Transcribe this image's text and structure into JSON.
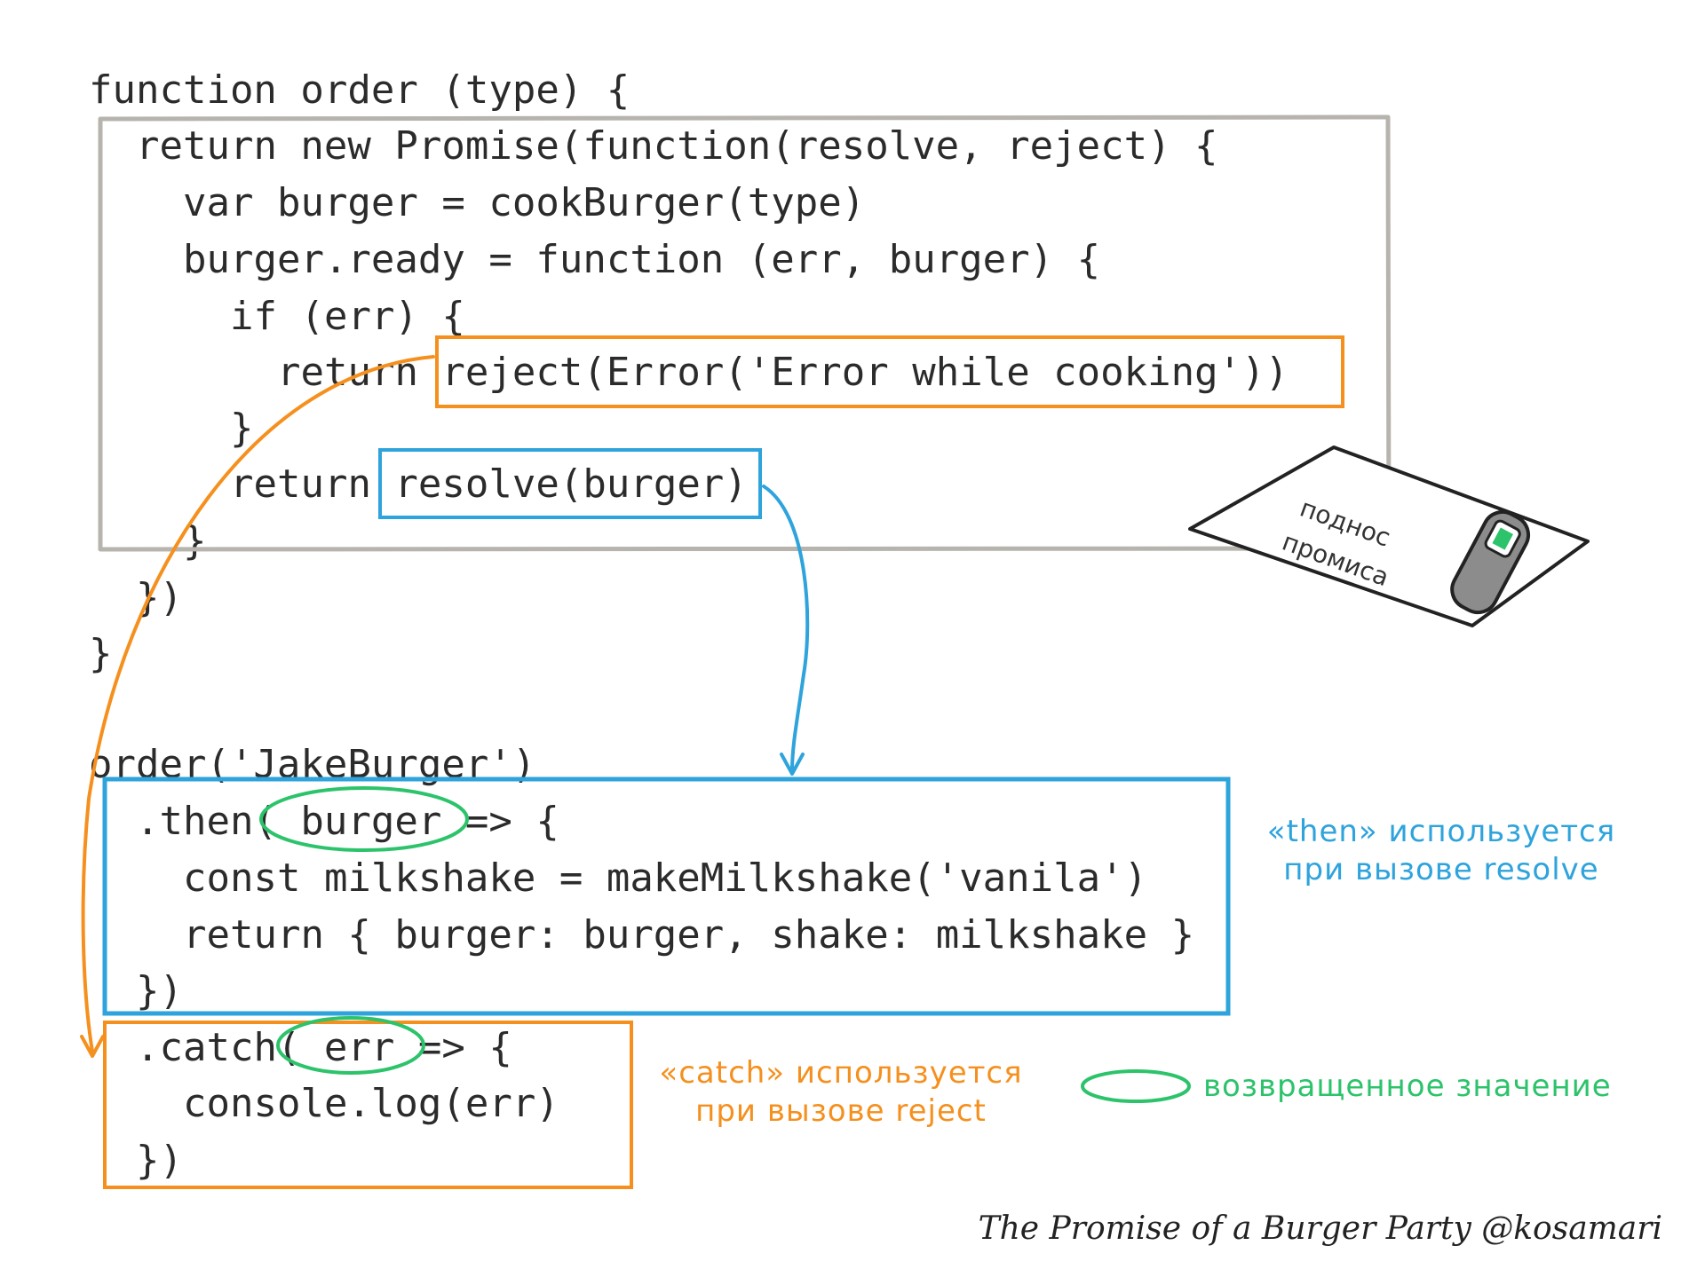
{
  "code_lines": [
    "function order (type) {",
    "return new Promise(function(resolve, reject) {",
    "var burger = cookBurger(type)",
    "burger.ready = function (err, burger) {",
    "if (err) {",
    "return reject(Error('Error while cooking'))",
    "}",
    "return resolve(burger)",
    "}",
    "})",
    "}",
    "order('JakeBurger')",
    ".then( burger => {",
    "const milkshake = makeMilkshake('vanila')",
    "return { burger: burger, shake: milkshake }",
    "})",
    ".catch( err => {",
    "console.log(err)",
    "})"
  ],
  "annotations": {
    "then_note": [
      "«then» используется",
      "при вызове resolve"
    ],
    "catch_note": [
      "«catch» используется",
      "при вызове reject"
    ],
    "legend_returned": "возвращенное значение",
    "tray_label": [
      "поднос",
      "промиса"
    ]
  },
  "credit": "The Promise of a Burger Party @kosamari",
  "colors": {
    "reject": "#f5901e",
    "resolve": "#2ea3dc",
    "returned_value": "#2cc36b",
    "promise_box": "#b7b4ae",
    "code": "#2b2b2b"
  },
  "icons": [
    "tray-icon",
    "buzzer-icon"
  ]
}
